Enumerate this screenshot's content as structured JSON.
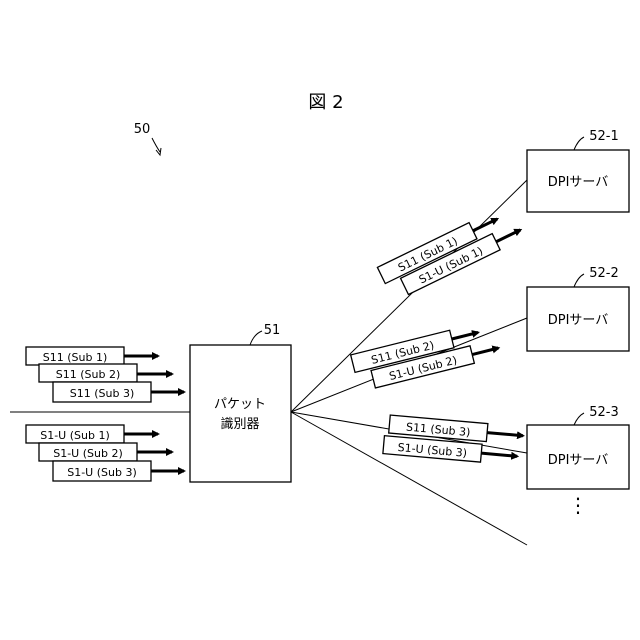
{
  "figure": {
    "title": "図 2",
    "ref_system": "50",
    "ref_identifier": "51",
    "ref_server_1": "52-1",
    "ref_server_2": "52-2",
    "ref_server_3": "52-3"
  },
  "identifier": {
    "line1": "パケット",
    "line2": "識別器"
  },
  "inputs": {
    "s11": [
      "S11 (Sub 1)",
      "S11 (Sub 2)",
      "S11 (Sub 3)"
    ],
    "s1u": [
      "S1-U (Sub 1)",
      "S1-U (Sub 2)",
      "S1-U (Sub 3)"
    ]
  },
  "servers": [
    "DPIサーバ",
    "DPIサーバ",
    "DPIサーバ"
  ],
  "routes": {
    "to_server_1": [
      "S11 (Sub 1)",
      "S1-U (Sub 1)"
    ],
    "to_server_2": [
      "S11 (Sub 2)",
      "S1-U (Sub 2)"
    ],
    "to_server_3": [
      "S11 (Sub 3)",
      "S1-U (Sub 3)"
    ]
  },
  "ellipsis": "⋮"
}
